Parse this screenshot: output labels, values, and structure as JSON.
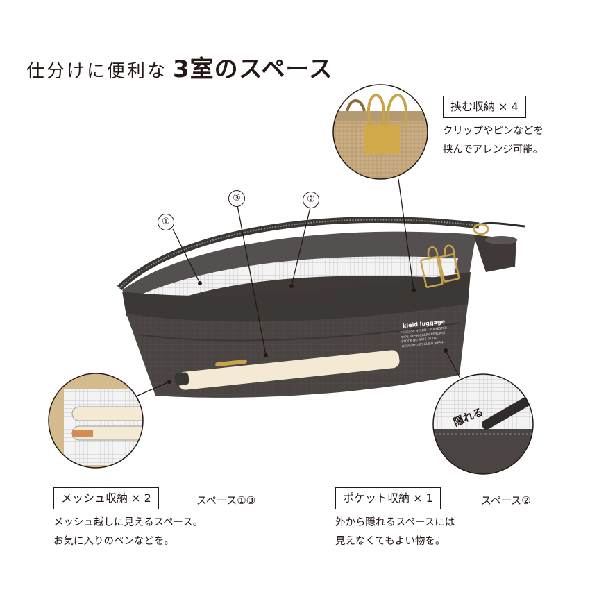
{
  "heading": {
    "main": "仕分けに便利な",
    "emphasis": "3室のスペース"
  },
  "features": {
    "clip": {
      "title": "挟む収納 × 4",
      "desc_lines": [
        "クリップやピンなどを",
        "挟んでアレンジ可能。"
      ]
    },
    "mesh": {
      "title": "メッシュ収納 × 2",
      "spaces": "スペース①③",
      "desc_lines": [
        "メッシュ越しに見えるスペース。",
        "お気に入りのペンなどを。"
      ]
    },
    "pocket": {
      "title": "ポケット収納 × 1",
      "spaces": "スペース②",
      "desc_lines": [
        "外から隠れるスペースには",
        "見えなくてもよい物を。"
      ]
    }
  },
  "callout_numbers": [
    "①",
    "②",
    "③"
  ],
  "pouch": {
    "brand": "kleid luggage",
    "label_lines": [
      "PENCASE NYLON / POLYESTER",
      "TYPE MESH CARRY PENCASE",
      "STOCK NO 8476 01 04",
      "DESIGNED BY KLEID JAPAN"
    ]
  },
  "hidden_tag": "隠れる",
  "colors": {
    "text": "#231815",
    "pouch": "#4a4543",
    "pouch_dark": "#3a3634",
    "beige": "#c9b38e",
    "gold": "#c9a34a"
  }
}
